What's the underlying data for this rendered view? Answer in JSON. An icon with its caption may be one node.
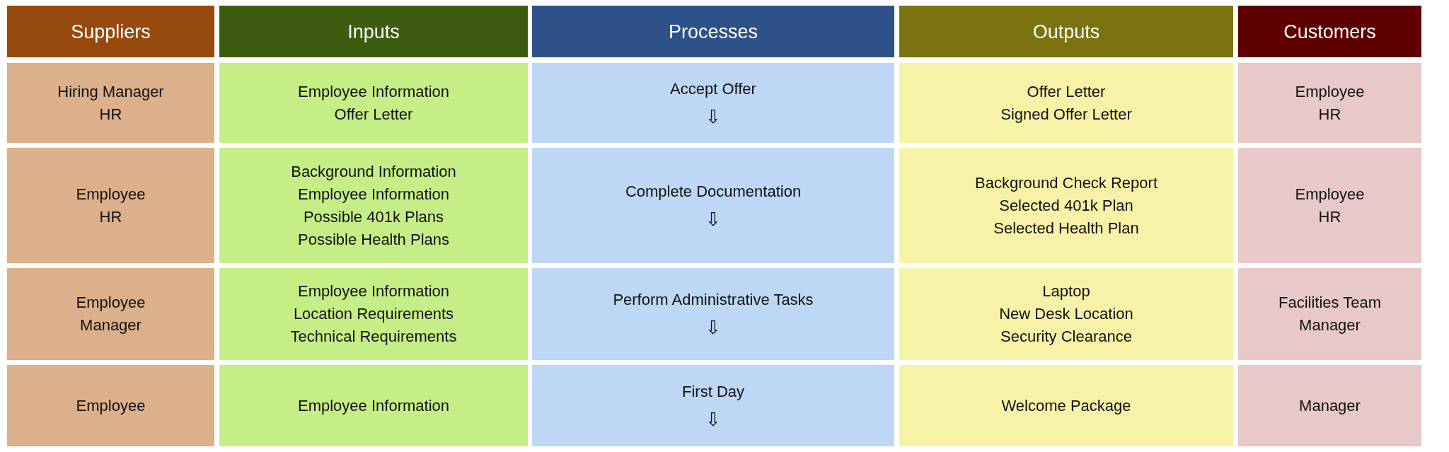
{
  "diagram": {
    "nodes": [
      {
        "text": [
          "Suppliers"
        ]
      },
      {
        "text": [
          "Inputs"
        ]
      },
      {
        "text": [
          "Processes"
        ]
      },
      {
        "text": [
          "Outputs"
        ]
      },
      {
        "text": [
          "Customers"
        ]
      },
      {
        "text": [
          "Hiring Manager",
          "HR"
        ]
      },
      {
        "text": [
          "Employee Information",
          "Offer Letter"
        ]
      },
      {
        "text": [
          "Accept Offer",
          "⇩"
        ]
      },
      {
        "text": [
          "Offer Letter",
          "Signed Offer Letter"
        ]
      },
      {
        "text": [
          "Employee",
          "HR"
        ]
      },
      {
        "text": [
          "Employee",
          "HR"
        ]
      },
      {
        "text": [
          "Background Information",
          "Employee Information",
          "Possible 401k Plans",
          "Possible Health Plans"
        ]
      },
      {
        "text": [
          "Complete Documentation",
          "⇩"
        ]
      },
      {
        "text": [
          "Background Check Report",
          "Selected 401k Plan",
          "Selected Health Plan"
        ]
      },
      {
        "text": [
          "Employee",
          "HR"
        ]
      },
      {
        "text": [
          "Employee",
          "Manager"
        ]
      },
      {
        "text": [
          "Employee Information",
          "Location Requirements",
          "Technical Requirements"
        ]
      },
      {
        "text": [
          "Perform Administrative Tasks",
          "⇩"
        ]
      },
      {
        "text": [
          "Laptop",
          "New Desk Location",
          "Security Clearance"
        ]
      },
      {
        "text": [
          "Facilities Team",
          "Manager"
        ]
      },
      {
        "text": [
          "Employee"
        ]
      },
      {
        "text": [
          "Employee Information"
        ]
      },
      {
        "text": [
          "First Day",
          "⇩"
        ]
      },
      {
        "text": [
          "Welcome Package"
        ]
      },
      {
        "text": [
          "Manager"
        ]
      }
    ]
  }
}
